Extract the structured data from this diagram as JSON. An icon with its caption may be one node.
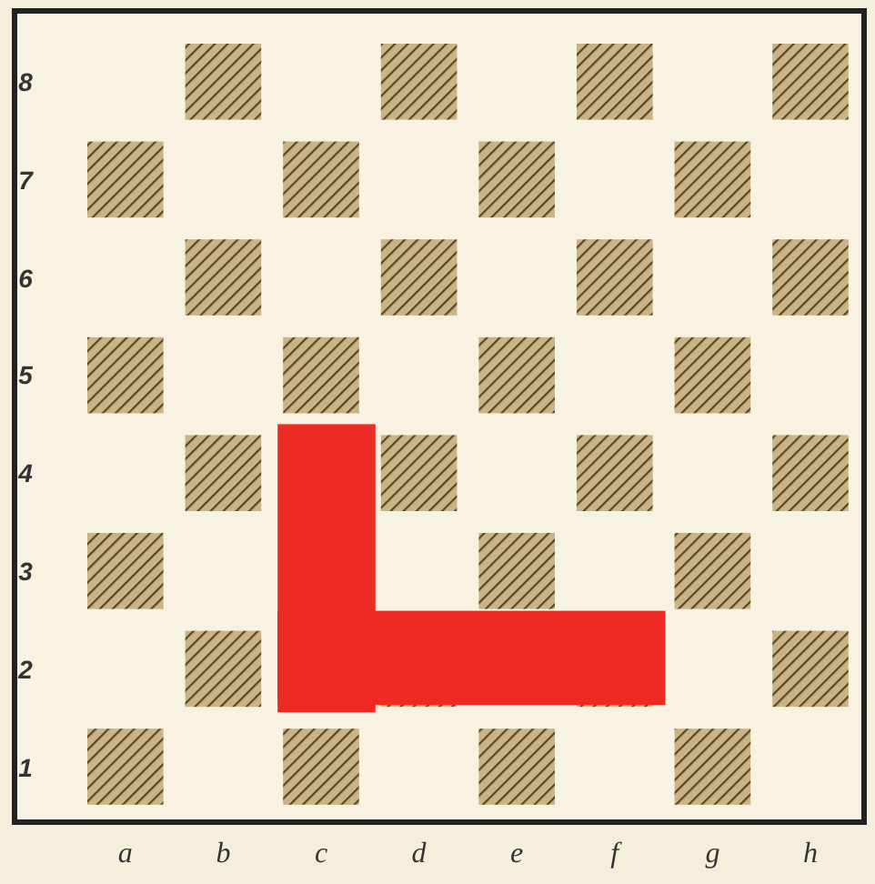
{
  "diagram": {
    "labels": [
      "8",
      "7",
      "6",
      "5",
      "4",
      "3",
      "2",
      "1",
      "a",
      "b",
      "c",
      "d",
      "e",
      "f",
      "g",
      "h"
    ]
  }
}
